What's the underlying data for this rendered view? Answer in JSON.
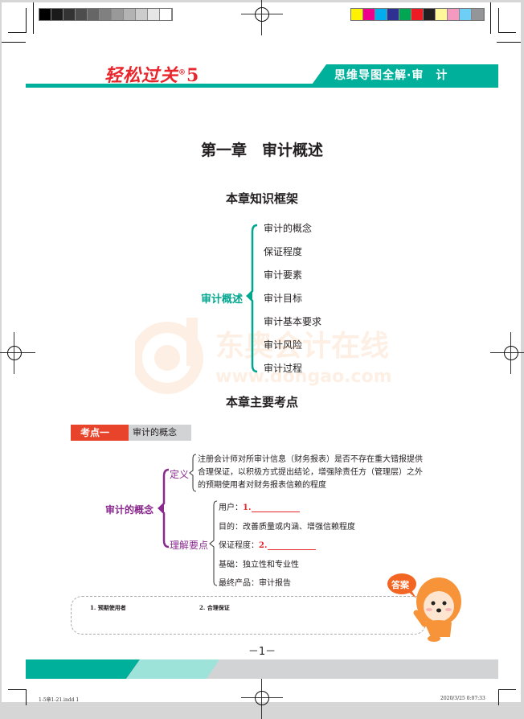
{
  "print_marks": {
    "grayscale_swatches": [
      "#000000",
      "#1a1a1a",
      "#333333",
      "#4d4d4d",
      "#666666",
      "#808080",
      "#999999",
      "#b3b3b3",
      "#cccccc",
      "#e6e6e6",
      "#ffffff"
    ],
    "color_swatches": [
      "#fff200",
      "#ec008c",
      "#00aeef",
      "#2e3192",
      "#00a651",
      "#ed1c24",
      "#231f20",
      "#fff799",
      "#f49ac1",
      "#6dcff6",
      "#939598"
    ]
  },
  "header": {
    "logo_text": "轻松过关",
    "logo_reg": "®",
    "logo_number": "5",
    "tab_title": "思维导图全解·审　计",
    "accent_color": "#00b09b"
  },
  "chapter": {
    "title": "第一章　审计概述"
  },
  "framework": {
    "section_title": "本章知识框架",
    "root": "审计概述",
    "items": [
      "审计的概念",
      "保证程度",
      "审计要素",
      "审计目标",
      "审计基本要求",
      "审计风险",
      "审计过程"
    ]
  },
  "watermark": {
    "text": "东奥会计在线",
    "url": "www.dongao.com"
  },
  "key_points": {
    "section_title": "本章主要考点",
    "tag_label": "考点一",
    "tag_topic": "审计的概念",
    "mindmap": {
      "root": "审计的概念",
      "definition": {
        "label": "定义",
        "lines": [
          "注册会计师对所审计信息（财务报表）是否不存在重大错报提供",
          "合理保证，以积极方式提出结论，增强除责任方（管理层）之外",
          "的预期使用者对财务报表信赖的程度"
        ]
      },
      "understanding": {
        "label": "理解要点",
        "points": [
          {
            "label": "用户：",
            "blank": "1."
          },
          {
            "label": "目的：改善质量或内涵、增强信赖程度"
          },
          {
            "label": "保证程度：",
            "blank": "2."
          },
          {
            "label": "基础：独立性和专业性"
          },
          {
            "label": "最终产品：审计报告"
          }
        ]
      }
    }
  },
  "answers": {
    "badge": "答案",
    "items": [
      "1. 预期使用者",
      "2. 合理保证"
    ]
  },
  "footer": {
    "page_number": "－1－",
    "file_slug": "1-5章1-21.indd   1",
    "timestamp": "2020/3/25   0:07:33"
  }
}
